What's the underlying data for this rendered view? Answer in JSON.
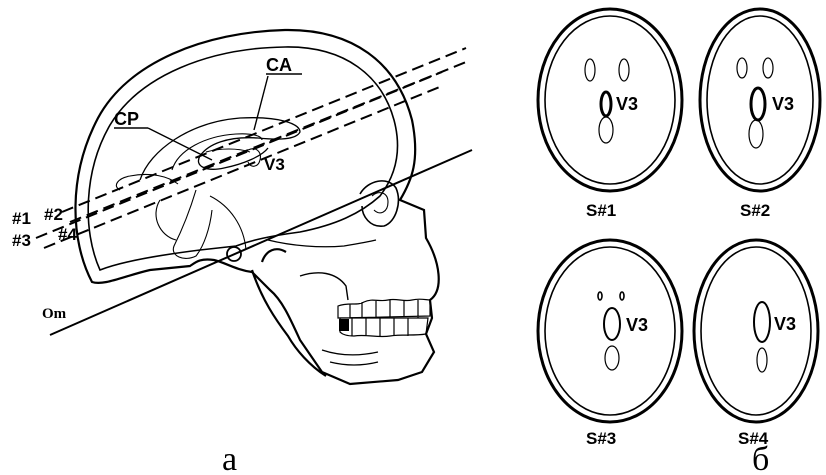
{
  "panel_a": {
    "caption": "а",
    "labels": {
      "ca": "CA",
      "cp": "CP",
      "v3": "V3",
      "om": "Om",
      "s1": "#1",
      "s2": "#2",
      "s3": "#3",
      "s4": "#4"
    }
  },
  "panel_b": {
    "caption": "б",
    "slices": [
      {
        "title": "S#1",
        "v3_label": "V3"
      },
      {
        "title": "S#2",
        "v3_label": "V3"
      },
      {
        "title": "S#3",
        "v3_label": "V3"
      },
      {
        "title": "S#4",
        "v3_label": "V3"
      }
    ]
  }
}
